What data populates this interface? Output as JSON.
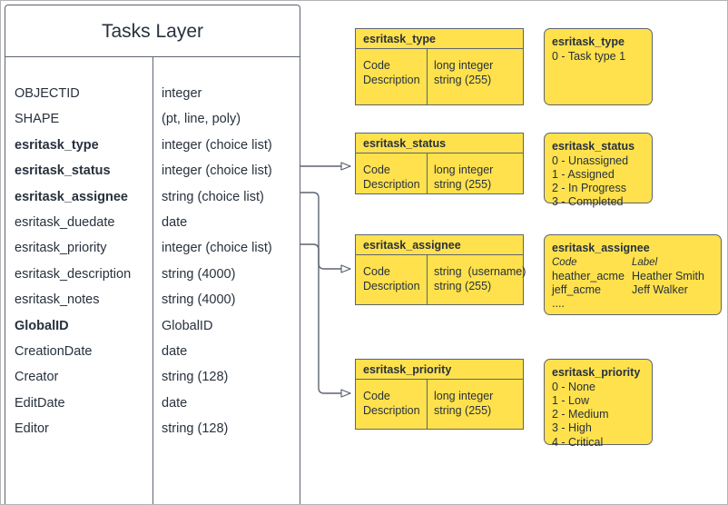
{
  "diagram": {
    "title": "Tasks Layer"
  },
  "entity": {
    "title": "Tasks Layer",
    "fields": [
      {
        "name": "OBJECTID",
        "type": "integer",
        "bold": false
      },
      {
        "name": "SHAPE",
        "type": "(pt, line, poly)",
        "bold": false
      },
      {
        "name": "esritask_type",
        "type": "integer (choice list)",
        "bold": true
      },
      {
        "name": "esritask_status",
        "type": "integer (choice list)",
        "bold": true
      },
      {
        "name": "esritask_assignee",
        "type": "string (choice list)",
        "bold": true
      },
      {
        "name": "esritask_duedate",
        "type": "date",
        "bold": false
      },
      {
        "name": "esritask_priority",
        "type": "integer (choice list)",
        "bold": false
      },
      {
        "name": "esritask_description",
        "type": "string (4000)",
        "bold": false
      },
      {
        "name": "esritask_notes",
        "type": "string (4000)",
        "bold": false
      },
      {
        "name": "GlobalID",
        "type": "GlobalID",
        "bold": true
      },
      {
        "name": "CreationDate",
        "type": "date",
        "bold": false
      },
      {
        "name": "Creator",
        "type": "string (128)",
        "bold": false
      },
      {
        "name": "EditDate",
        "type": "date",
        "bold": false
      },
      {
        "name": "Editor",
        "type": "string (128)",
        "bold": false
      }
    ]
  },
  "domains": [
    {
      "title": "esritask_type",
      "left": [
        "Code",
        "Description"
      ],
      "right": [
        "long integer",
        "string (255)"
      ]
    },
    {
      "title": "esritask_status",
      "left": [
        "Code",
        "Description"
      ],
      "right": [
        "long integer",
        "string (255)"
      ]
    },
    {
      "title": "esritask_assignee",
      "left": [
        "Code",
        "Description"
      ],
      "right": [
        "string  (username)",
        "string (255)"
      ]
    },
    {
      "title": "esritask_priority",
      "left": [
        "Code",
        "Description"
      ],
      "right": [
        "long integer",
        "string (255)"
      ]
    }
  ],
  "value_lists": [
    {
      "title": "esritask_type",
      "lines": [
        "0 - Task type 1"
      ]
    },
    {
      "title": "esritask_status",
      "lines": [
        "0 - Unassigned",
        "1 - Assigned",
        "2 - In Progress",
        "3 - Completed"
      ]
    },
    {
      "title": "esritask_assignee",
      "headers": {
        "code": "Code",
        "label": "Label"
      },
      "rows": [
        {
          "code": "heather_acme",
          "label": "Heather Smith"
        },
        {
          "code": "jeff_acme",
          "label": "Jeff Walker"
        }
      ],
      "continuation": "...."
    },
    {
      "title": "esritask_priority",
      "lines": [
        "0 - None",
        "1 - Low",
        "2 - Medium",
        "3 - High",
        "4 - Critical"
      ]
    }
  ],
  "colors": {
    "domain_fill": "#ffe14d",
    "stroke": "#5d6470",
    "text": "#27313d",
    "page_border": "#b3b3b3"
  }
}
